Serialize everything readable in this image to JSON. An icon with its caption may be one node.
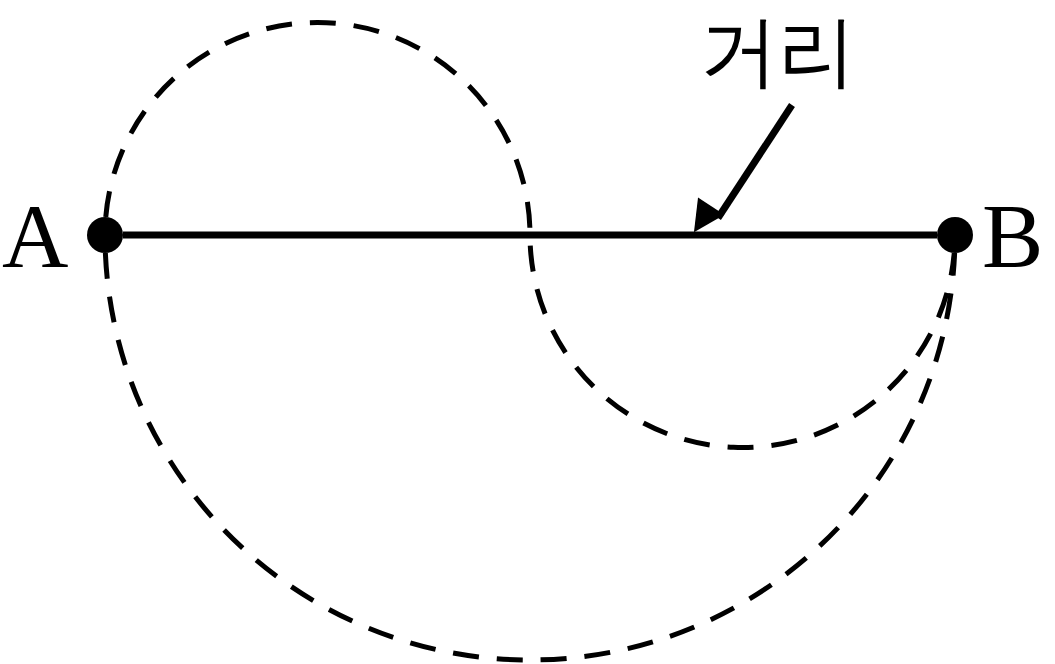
{
  "diagram": {
    "nodes": [
      {
        "text": [],
        "shape": "circle",
        "beside": [
          "A"
        ]
      },
      {
        "text": [],
        "shape": "circle",
        "beside": [
          "B"
        ]
      },
      {
        "text": [
          "거리"
        ]
      }
    ],
    "edges": [
      {
        "from": 0,
        "to": 1,
        "arrow": "none"
      },
      {
        "from": 0,
        "to": 1,
        "arrow": "none",
        "style": "dashed"
      },
      {
        "from": 0,
        "to": 1,
        "arrow": "none",
        "style": "dashed"
      },
      {
        "from": 2,
        "to": null,
        "arrow": "to"
      }
    ]
  }
}
